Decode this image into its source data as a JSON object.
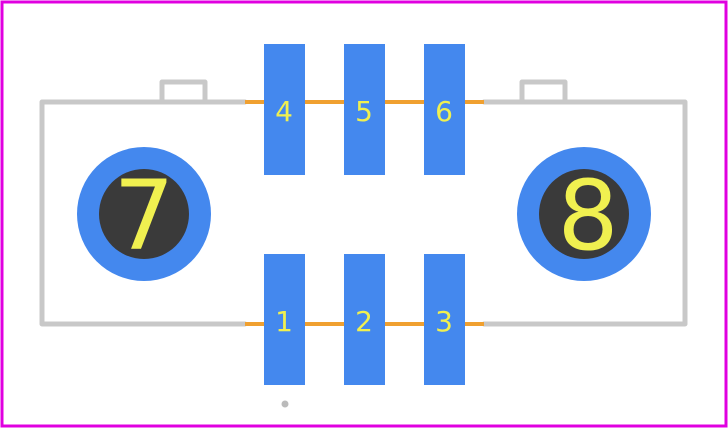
{
  "colors": {
    "background": "#ffffff",
    "courtyard": "#e000e0",
    "silkscreen": "#c8c8c8",
    "copper_trace": "#f0a030",
    "pad": "#4488ee",
    "drill": "#3a3a3a",
    "label": "#f0f050",
    "pin1_marker": "#bbbbbb"
  },
  "pads": {
    "smd": [
      {
        "label": "4"
      },
      {
        "label": "5"
      },
      {
        "label": "6"
      },
      {
        "label": "1"
      },
      {
        "label": "2"
      },
      {
        "label": "3"
      }
    ],
    "through_hole": [
      {
        "label": "7"
      },
      {
        "label": "8"
      }
    ]
  }
}
